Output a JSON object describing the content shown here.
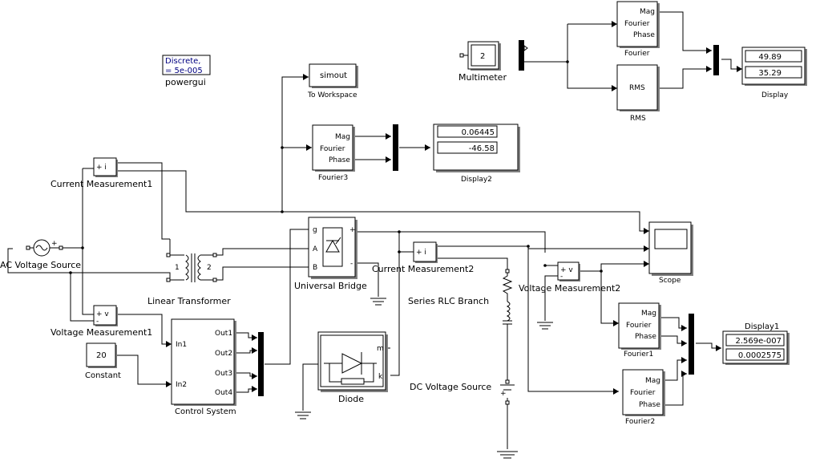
{
  "powergui": {
    "line1": "Discrete,",
    "line2": "= 5e-005",
    "label": "powergui"
  },
  "blocks": {
    "ac_source": "AC Voltage Source",
    "current_meas1": "Current Measurement1",
    "voltage_meas1": "Voltage Measurement1",
    "linear_transformer": "Linear Transformer",
    "universal_bridge": "Universal Bridge",
    "current_meas2": "Current Measurement2",
    "voltage_meas2": "Voltage Measurement2",
    "series_rlc": "Series RLC Branch",
    "dc_source": "DC Voltage Source",
    "diode": "Diode",
    "constant": "Constant",
    "control_system": "Control System",
    "to_workspace": "To Workspace",
    "fourier3": "Fourier3",
    "display2": "Display2",
    "multimeter": "Multimeter",
    "fourier": "Fourier",
    "rms": "RMS",
    "display": "Display",
    "scope": "Scope",
    "fourier1": "Fourier1",
    "fourier2": "Fourier2",
    "display1": "Display1"
  },
  "ports": {
    "mag": "Mag",
    "fourier": "Fourier",
    "phase": "Phase",
    "g": "g",
    "a": "A",
    "b": "B",
    "m": "m",
    "k": "k",
    "in1": "In1",
    "in2": "In2",
    "out1": "Out1",
    "out2": "Out2",
    "out3": "Out3",
    "out4": "Out4",
    "t1": "1",
    "t2": "2",
    "plus_i": "+  i",
    "plus_v": "+  v",
    "minus": "-",
    "plus": "+"
  },
  "values": {
    "to_workspace_var": "simout",
    "constant_value": "20",
    "multimeter_value": "2",
    "rms_inner": "RMS",
    "display_top": "49.89",
    "display_bottom": "35.29",
    "display2_top": "0.06445",
    "display2_bottom": "-46.58",
    "display1_top": "2.569e-007",
    "display1_bottom": "0.0002575"
  }
}
